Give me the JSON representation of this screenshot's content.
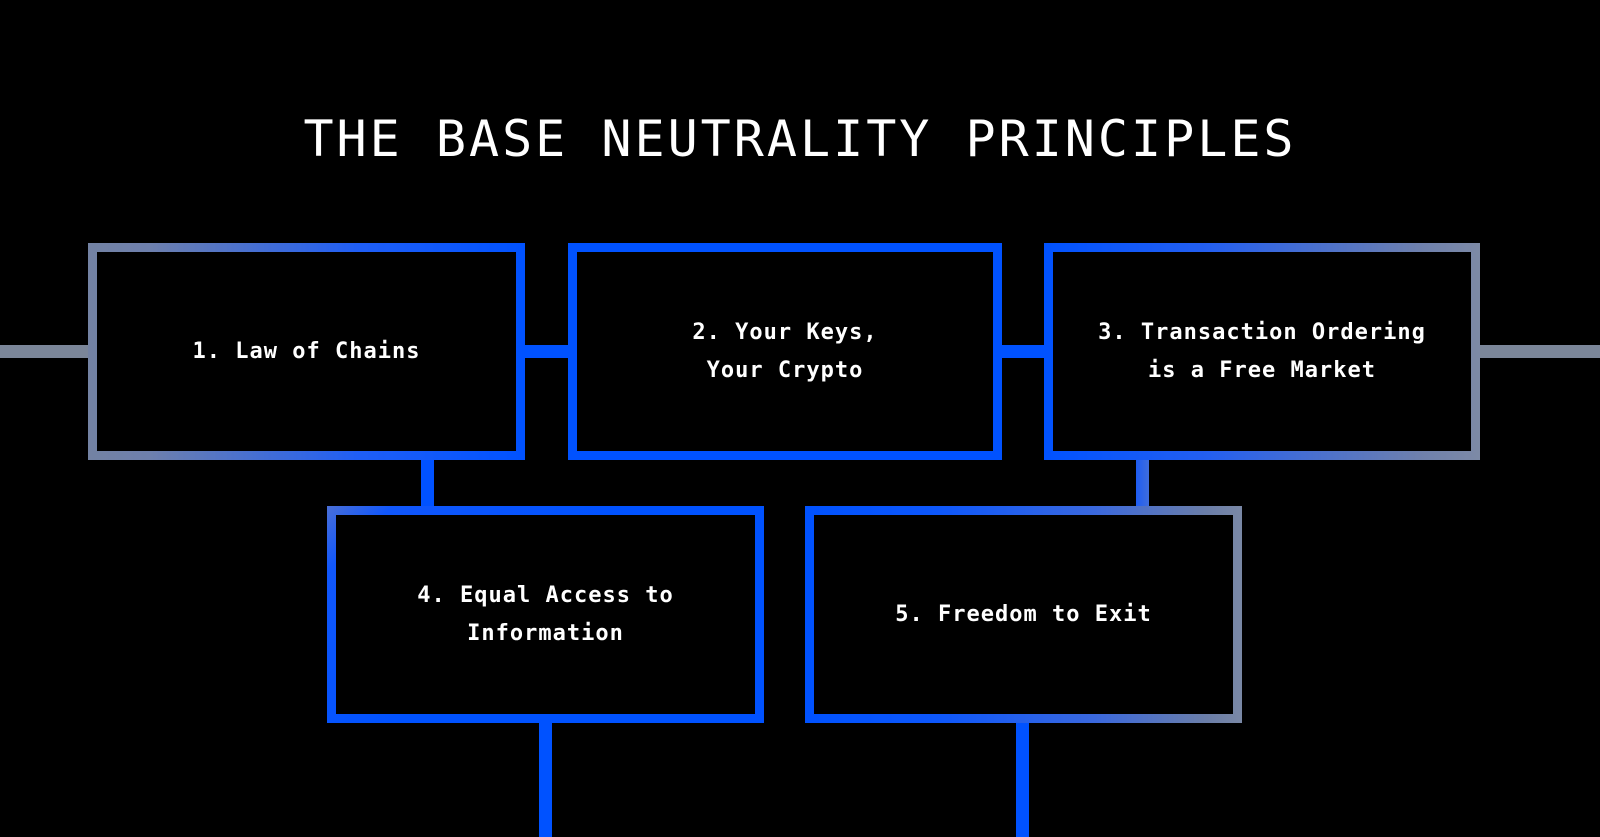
{
  "page": {
    "background_color": "#000000",
    "title": "THE BASE NEUTRALITY PRINCIPLES"
  },
  "colors": {
    "base_blue": "#0052FF",
    "muted_gray": "#7B8699",
    "text": "#FFFFFF",
    "background": "#000000"
  },
  "diagram": {
    "type": "flow-diagram",
    "row_one": [
      {
        "id": "principle-1",
        "number": "1.",
        "label": "1. Law of Chains",
        "border_style": "gradient-gray-to-blue"
      },
      {
        "id": "principle-2",
        "number": "2.",
        "label": "2. Your Keys,\nYour Crypto",
        "border_style": "solid-blue"
      },
      {
        "id": "principle-3",
        "number": "3.",
        "label": "3. Transaction Ordering\nis a Free Market",
        "border_style": "gradient-blue-to-gray"
      }
    ],
    "row_two": [
      {
        "id": "principle-4",
        "number": "4.",
        "label": "4. Equal Access to\nInformation",
        "border_style": "solid-blue"
      },
      {
        "id": "principle-5",
        "number": "5.",
        "label": "5. Freedom to Exit",
        "border_style": "gradient-blue-to-gray"
      }
    ],
    "connectors": [
      {
        "id": "connector-left-edge",
        "color": "#7B8699",
        "orientation": "horizontal"
      },
      {
        "id": "connector-1-to-2",
        "color": "#0052FF",
        "orientation": "horizontal"
      },
      {
        "id": "connector-2-to-3",
        "color": "#0052FF",
        "orientation": "horizontal"
      },
      {
        "id": "connector-right-edge",
        "color": "#7B8699",
        "orientation": "horizontal"
      },
      {
        "id": "connector-1-to-4",
        "color": "#0052FF",
        "orientation": "vertical"
      },
      {
        "id": "connector-3-to-5",
        "color": "#2B62E8",
        "orientation": "vertical"
      },
      {
        "id": "connector-4-down",
        "color": "#0052FF",
        "orientation": "vertical"
      },
      {
        "id": "connector-5-down",
        "color": "#0052FF",
        "orientation": "vertical"
      }
    ]
  }
}
